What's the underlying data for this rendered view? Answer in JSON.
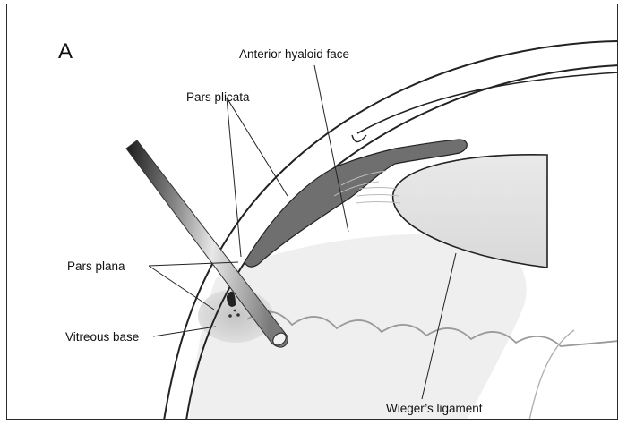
{
  "figure": {
    "panel_letter": "A",
    "labels": {
      "anterior_hyaloid_face": "Anterior hyaloid face",
      "pars_plicata": "Pars plicata",
      "pars_plana": "Pars plana",
      "vitreous_base": "Vitreous base",
      "wiegers_ligament": "Wieger’s ligament"
    }
  },
  "colors": {
    "line": "#222222",
    "ciliary_body": "#6f6f6f",
    "lens_fill": "#e6e6e6",
    "vitreous_fill": "#efefef",
    "vitreous_base_fill": "#d2d2d2",
    "instrument_dark": "#1a1a1a",
    "instrument_light": "#cfcfcf"
  }
}
